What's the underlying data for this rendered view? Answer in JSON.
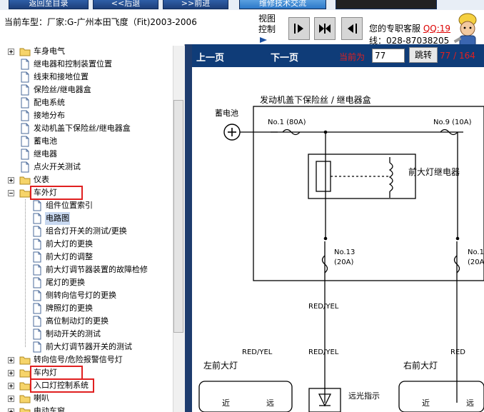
{
  "top_buttons": [
    "返回至目录",
    "<<后退",
    ">>前进",
    "维修技术交流"
  ],
  "header": {
    "model_label": "当前车型：厂家:G-广州本田飞度（Fit)2003-2006",
    "view_control_line1": "视图",
    "view_control_line2": "控制",
    "service": "您的专职客服",
    "qq": "QQ:19",
    "phone": "线：028-87038205"
  },
  "tree": {
    "items": [
      {
        "label": "车身电气",
        "type": "folder"
      },
      {
        "label": "继电器和控制装置位置",
        "type": "doc"
      },
      {
        "label": "线束和接地位置",
        "type": "doc"
      },
      {
        "label": "保险丝/继电器盒",
        "type": "doc"
      },
      {
        "label": "配电系统",
        "type": "doc"
      },
      {
        "label": "接地分布",
        "type": "doc"
      },
      {
        "label": "发动机盖下保险丝/继电器盒",
        "type": "doc"
      },
      {
        "label": "蓄电池",
        "type": "doc"
      },
      {
        "label": "继电器",
        "type": "doc"
      },
      {
        "label": "点火开关测试",
        "type": "doc"
      },
      {
        "label": "仪表",
        "type": "folder"
      },
      {
        "label": "车外灯",
        "type": "folder-open"
      },
      {
        "label": "组件位置索引",
        "type": "doc"
      },
      {
        "label": "电路图",
        "type": "doc"
      },
      {
        "label": "组合灯开关的测试/更换",
        "type": "doc"
      },
      {
        "label": "前大灯的更换",
        "type": "doc"
      },
      {
        "label": "前大灯的调整",
        "type": "doc"
      },
      {
        "label": "前大灯调节器装置的故障检修",
        "type": "doc"
      },
      {
        "label": "尾灯的更换",
        "type": "doc"
      },
      {
        "label": "侧转向信号灯的更换",
        "type": "doc"
      },
      {
        "label": "牌照灯的更换",
        "type": "doc"
      },
      {
        "label": "高位制动灯的更换",
        "type": "doc"
      },
      {
        "label": "制动开关的测试",
        "type": "doc"
      },
      {
        "label": "前大灯调节器开关的测试",
        "type": "doc"
      },
      {
        "label": "转向信号/危险报警信号灯",
        "type": "folder"
      },
      {
        "label": "车内灯",
        "type": "folder"
      },
      {
        "label": "入口灯控制系统",
        "type": "folder"
      },
      {
        "label": "喇叭",
        "type": "folder"
      },
      {
        "label": "电动车窗",
        "type": "folder"
      }
    ]
  },
  "nav": {
    "prev": "上一页",
    "next": "下一页",
    "current_label": "当前为",
    "page_value": "77",
    "go": "跳转",
    "page_count": "77 / 164"
  },
  "diagram": {
    "title": "发动机盖下保险丝 / 继电器盒",
    "battery": "蓄电池",
    "fuse1": "No.1 (80A)",
    "fuse9": "No.9 (10A)",
    "relay": "前大灯继电器",
    "fuse13_a": "No.13",
    "fuse13_b": "(20A)",
    "fuse_r_a": "No.1",
    "fuse_r_b": "(20A",
    "wire1": "RED/YEL",
    "wire2": "RED/YEL",
    "wire3": "RED/YEL",
    "wire4": "RED",
    "left_lamp": "左前大灯",
    "right_lamp": "右前大灯",
    "indicator": "远光指示",
    "near_left": "近",
    "far_left": "远",
    "near_right": "近",
    "far_right": "远"
  },
  "colors": {
    "nav_bg": "#0f3c78",
    "highlight": "#e02020",
    "accent_red": "#e02020"
  }
}
